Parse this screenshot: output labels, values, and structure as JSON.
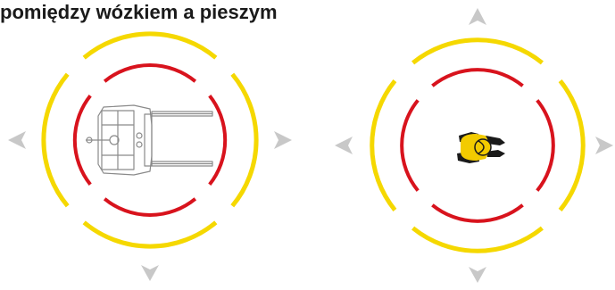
{
  "header": {
    "title": "pomiędzy wózkiem a pieszym"
  },
  "colors": {
    "outer_ring": "#f5d800",
    "inner_ring": "#d8131d",
    "arrow": "#c8c8c8",
    "pedestrian_body": "#f2cb00",
    "pedestrian_dark": "#1a1a1a",
    "forklift_line": "#8a8a8a"
  },
  "diagrams": [
    {
      "name": "forklift-zone",
      "icon": "forklift-topview-icon"
    },
    {
      "name": "pedestrian-zone",
      "icon": "pedestrian-topview-icon"
    }
  ]
}
